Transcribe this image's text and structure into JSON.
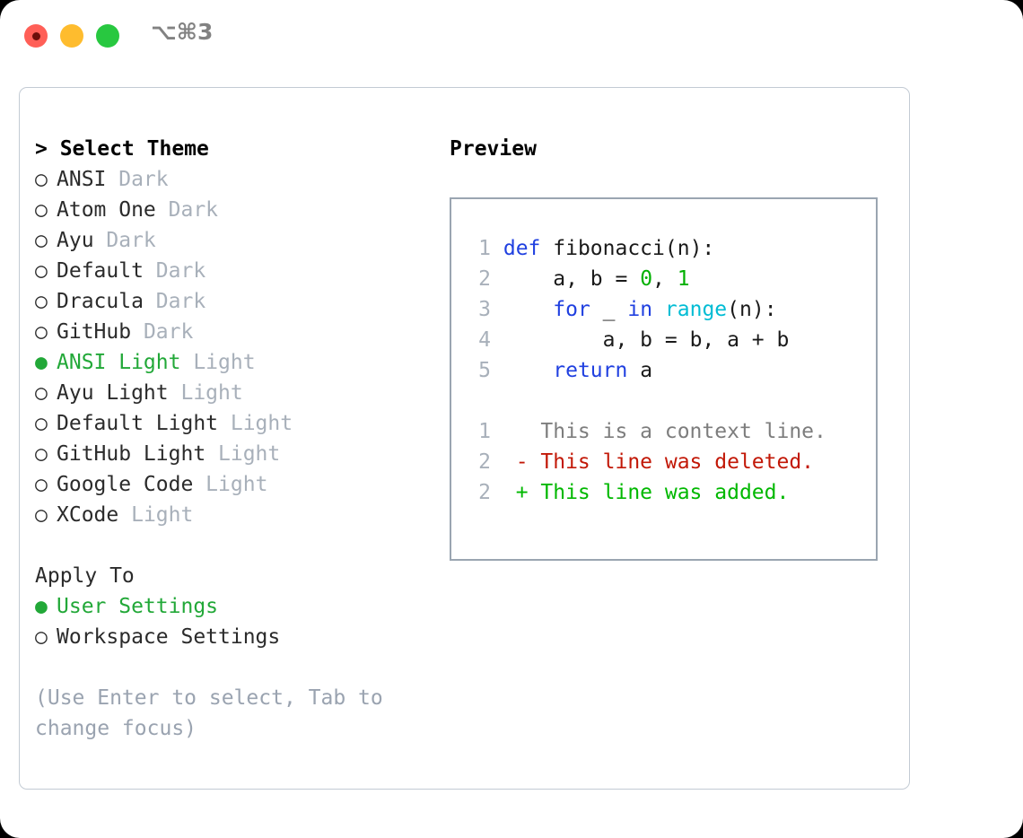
{
  "window": {
    "traffic_lights": [
      "close",
      "minimize",
      "zoom"
    ],
    "shortcut": "⌥⌘3",
    "accent_green": "#22a838",
    "muted_gray": "#a8b0ba",
    "border_color": "#c3cbd4"
  },
  "theme_picker": {
    "header": "> Select Theme",
    "options": [
      {
        "marker": "○",
        "label": "ANSI",
        "tag": "Dark",
        "selected": false
      },
      {
        "marker": "○",
        "label": "Atom One",
        "tag": "Dark",
        "selected": false
      },
      {
        "marker": "○",
        "label": "Ayu",
        "tag": "Dark",
        "selected": false
      },
      {
        "marker": "○",
        "label": "Default",
        "tag": "Dark",
        "selected": false
      },
      {
        "marker": "○",
        "label": "Dracula",
        "tag": "Dark",
        "selected": false
      },
      {
        "marker": "○",
        "label": "GitHub",
        "tag": "Dark",
        "selected": false
      },
      {
        "marker": "●",
        "label": "ANSI Light",
        "tag": "Light",
        "selected": true
      },
      {
        "marker": "○",
        "label": "Ayu Light",
        "tag": "Light",
        "selected": false
      },
      {
        "marker": "○",
        "label": "Default Light",
        "tag": "Light",
        "selected": false
      },
      {
        "marker": "○",
        "label": "GitHub Light",
        "tag": "Light",
        "selected": false
      },
      {
        "marker": "○",
        "label": "Google Code",
        "tag": "Light",
        "selected": false
      },
      {
        "marker": "○",
        "label": "XCode",
        "tag": "Light",
        "selected": false
      }
    ]
  },
  "apply_to": {
    "header": "Apply To",
    "options": [
      {
        "marker": "●",
        "label": "User Settings",
        "selected": true
      },
      {
        "marker": "○",
        "label": "Workspace Settings",
        "selected": false
      }
    ]
  },
  "hint": "(Use Enter to select, Tab to change focus)",
  "preview": {
    "title": "Preview",
    "code_lines": [
      {
        "n": "1",
        "tokens": [
          {
            "t": "def",
            "c": "kw"
          },
          {
            "t": " fibonacci(n):",
            "c": "pl"
          }
        ]
      },
      {
        "n": "2",
        "tokens": [
          {
            "t": "    a, b = ",
            "c": "pl"
          },
          {
            "t": "0",
            "c": "num"
          },
          {
            "t": ", ",
            "c": "pl"
          },
          {
            "t": "1",
            "c": "num"
          }
        ]
      },
      {
        "n": "3",
        "tokens": [
          {
            "t": "    ",
            "c": "pl"
          },
          {
            "t": "for",
            "c": "kw"
          },
          {
            "t": " _ ",
            "c": "pl"
          },
          {
            "t": "in",
            "c": "kw"
          },
          {
            "t": " ",
            "c": "pl"
          },
          {
            "t": "range",
            "c": "bi"
          },
          {
            "t": "(n):",
            "c": "pl"
          }
        ]
      },
      {
        "n": "4",
        "tokens": [
          {
            "t": "        a, b = b, a + b",
            "c": "pl"
          }
        ]
      },
      {
        "n": "5",
        "tokens": [
          {
            "t": "    ",
            "c": "pl"
          },
          {
            "t": "return",
            "c": "kw"
          },
          {
            "t": " a",
            "c": "pl"
          }
        ]
      }
    ],
    "diff_lines": [
      {
        "n": "1",
        "sign": " ",
        "text": "This is a context line.",
        "kind": "ctx"
      },
      {
        "n": "2",
        "sign": "-",
        "text": "This line was deleted.",
        "kind": "del"
      },
      {
        "n": "2",
        "sign": "+",
        "text": "This line was added.",
        "kind": "add"
      }
    ]
  }
}
